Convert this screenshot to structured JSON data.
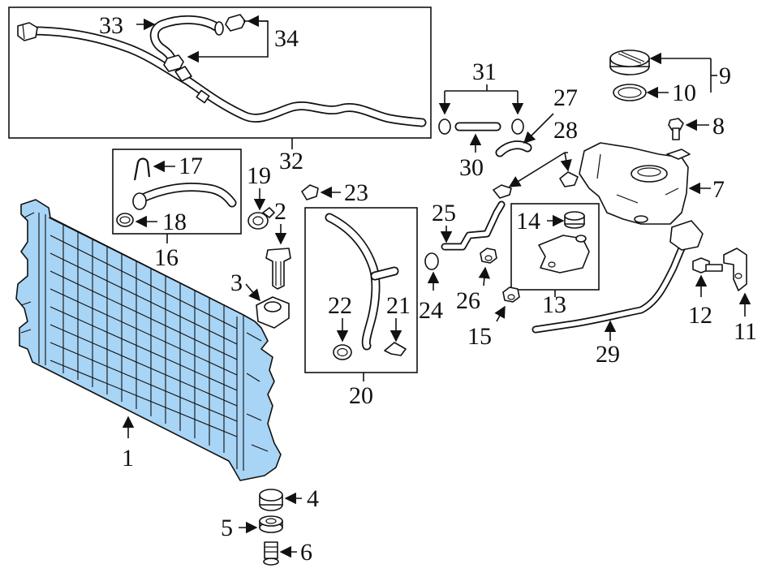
{
  "diagram": {
    "highlight_color": "#a8d4f5",
    "line_color": "#111111",
    "background": "#ffffff",
    "callouts": [
      "1",
      "2",
      "3",
      "4",
      "5",
      "6",
      "7",
      "8",
      "9",
      "10",
      "11",
      "12",
      "13",
      "14",
      "15",
      "16",
      "17",
      "18",
      "19",
      "20",
      "21",
      "22",
      "23",
      "24",
      "25",
      "26",
      "27",
      "28",
      "29",
      "30",
      "31",
      "32",
      "33",
      "34"
    ]
  }
}
